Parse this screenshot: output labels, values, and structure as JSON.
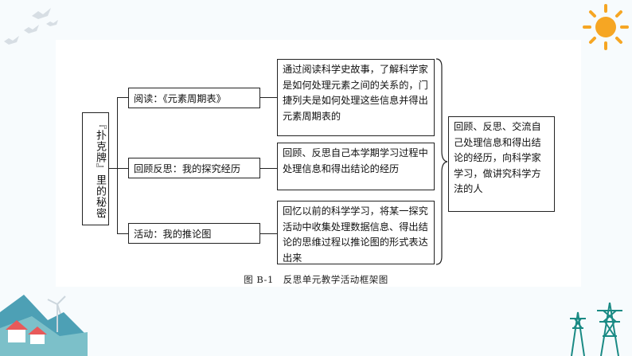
{
  "diagram": {
    "root": "『扑克牌』里的秘密",
    "nodes": [
      {
        "label": "阅读：《元素周期表》",
        "detail": "通过阅读科学史故事，了解科学家是如何处理元素之间的关系的，门捷列夫是如何处理这些信息并得出元素周期表的"
      },
      {
        "label": "回顾反思：我的探究经历",
        "detail": "回顾、反思自己本学期学习过程中处理信息和得出结论的经历"
      },
      {
        "label": "活动：我的推论图",
        "detail": "回忆以前的科学学习，将某一探究活动中收集处理数据信息、得出结论的思维过程以推论图的形式表达出来"
      }
    ],
    "summary": "回顾、反思、交流自己处理信息和得出结论的经历，向科学家学习，做讲究科学方法的人"
  },
  "caption": "图 B-1　反思单元教学活动框架图",
  "colors": {
    "sun": "#f6a623",
    "roof": "#e85a5a",
    "tower": "#1a8a84",
    "hill": "#2f8fa8",
    "bird": "#c9d3db"
  }
}
